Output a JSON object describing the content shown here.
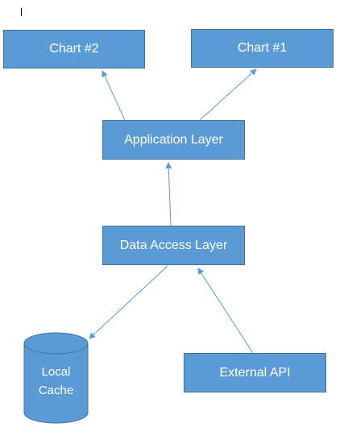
{
  "diagram": {
    "nodes": {
      "chart2": "Chart #2",
      "chart1": "Chart #1",
      "application_layer": "Application Layer",
      "data_access_layer": "Data Access Layer",
      "external_api": "External API",
      "local_cache_line1": "Local",
      "local_cache_line2": "Cache"
    },
    "edges": [
      {
        "from": "application_layer",
        "to": "chart2"
      },
      {
        "from": "application_layer",
        "to": "chart1"
      },
      {
        "from": "data_access_layer",
        "to": "application_layer"
      },
      {
        "from": "data_access_layer",
        "to": "local_cache"
      },
      {
        "from": "external_api",
        "to": "data_access_layer"
      }
    ]
  },
  "colors": {
    "box_fill": "#5b9bd5",
    "box_border": "#41719c",
    "arrow": "#5b9bd5",
    "text": "#ffffff"
  }
}
